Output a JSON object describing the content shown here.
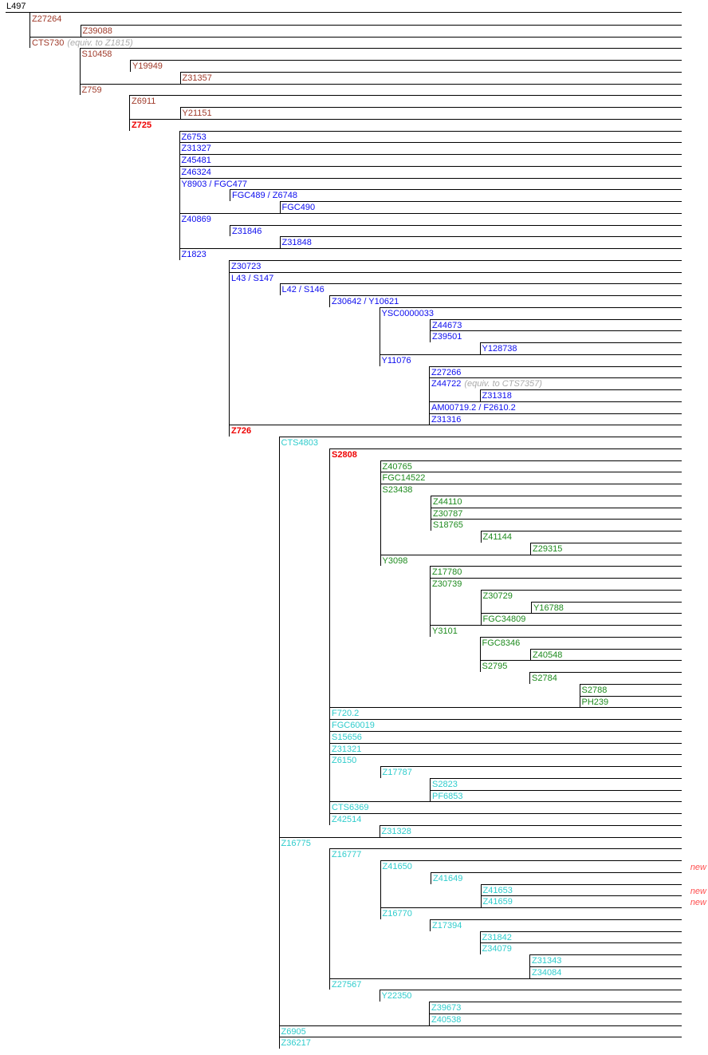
{
  "badges": {
    "new": "new"
  },
  "colors": {
    "black": "#000000",
    "brown": "#A03B2B",
    "red": "#EE0000",
    "blue": "#0D0DEE",
    "green": "#1E8B1E",
    "cyan": "#2FCCCC",
    "equiv": "#ABABAB",
    "new": "#FF5050",
    "line": "#000000"
  },
  "tree": {
    "label": "L497",
    "color": "black",
    "children": [
      {
        "label": "Z27264",
        "color": "brown",
        "children": [
          {
            "label": "Z39088",
            "color": "brown"
          }
        ]
      },
      {
        "label": "CTS730",
        "color": "brown",
        "equiv": "(equiv. to Z1815)",
        "children": [
          {
            "label": "S10458",
            "color": "brown",
            "children": [
              {
                "label": "Y19949",
                "color": "brown",
                "children": [
                  {
                    "label": "Z31357",
                    "color": "brown"
                  }
                ]
              }
            ]
          },
          {
            "label": "Z759",
            "color": "brown",
            "children": [
              {
                "label": "Z6911",
                "color": "brown",
                "children": [
                  {
                    "label": "Y21151",
                    "color": "brown"
                  }
                ]
              },
              {
                "label": "Z725",
                "color": "red",
                "bold": true,
                "children": [
                  {
                    "label": "Z6753",
                    "color": "blue"
                  },
                  {
                    "label": "Z31327",
                    "color": "blue"
                  },
                  {
                    "label": "Z45481",
                    "color": "blue"
                  },
                  {
                    "label": "Z46324",
                    "color": "blue"
                  },
                  {
                    "label": "Y8903 / FGC477",
                    "color": "blue",
                    "children": [
                      {
                        "label": "FGC489 / Z6748",
                        "color": "blue",
                        "children": [
                          {
                            "label": "FGC490",
                            "color": "blue"
                          }
                        ]
                      }
                    ]
                  },
                  {
                    "label": "Z40869",
                    "color": "blue",
                    "children": [
                      {
                        "label": "Z31846",
                        "color": "blue",
                        "children": [
                          {
                            "label": "Z31848",
                            "color": "blue"
                          }
                        ]
                      }
                    ]
                  },
                  {
                    "label": "Z1823",
                    "color": "blue",
                    "children": [
                      {
                        "label": "Z30723",
                        "color": "blue"
                      },
                      {
                        "label": "L43 / S147",
                        "color": "blue",
                        "children": [
                          {
                            "label": "L42 / S146",
                            "color": "blue",
                            "children": [
                              {
                                "label": "Z30642 / Y10621",
                                "color": "blue",
                                "children": [
                                  {
                                    "label": "YSC0000033",
                                    "color": "blue",
                                    "children": [
                                      {
                                        "label": "Z44673",
                                        "color": "blue"
                                      },
                                      {
                                        "label": "Z39501",
                                        "color": "blue",
                                        "children": [
                                          {
                                            "label": "Y128738",
                                            "color": "blue"
                                          }
                                        ]
                                      }
                                    ]
                                  },
                                  {
                                    "label": "Y11076",
                                    "color": "blue",
                                    "children": [
                                      {
                                        "label": "Z27266",
                                        "color": "blue"
                                      },
                                      {
                                        "label": "Z44722",
                                        "color": "blue",
                                        "equiv": "(equiv. to CTS7357)",
                                        "children": [
                                          {
                                            "label": "Z31318",
                                            "color": "blue"
                                          }
                                        ]
                                      },
                                      {
                                        "label": "AM00719.2 / F2610.2",
                                        "color": "blue"
                                      },
                                      {
                                        "label": "Z31316",
                                        "color": "blue"
                                      }
                                    ]
                                  }
                                ]
                              }
                            ]
                          }
                        ]
                      },
                      {
                        "label": "Z726",
                        "color": "red",
                        "bold": true,
                        "children": [
                          {
                            "label": "CTS4803",
                            "color": "cyan",
                            "children": [
                              {
                                "label": "S2808",
                                "color": "red",
                                "bold": true,
                                "children": [
                                  {
                                    "label": "Z40765",
                                    "color": "green"
                                  },
                                  {
                                    "label": "FGC14522",
                                    "color": "green"
                                  },
                                  {
                                    "label": "S23438",
                                    "color": "green",
                                    "children": [
                                      {
                                        "label": "Z44110",
                                        "color": "green"
                                      },
                                      {
                                        "label": "Z30787",
                                        "color": "green"
                                      },
                                      {
                                        "label": "S18765",
                                        "color": "green",
                                        "children": [
                                          {
                                            "label": "Z41144",
                                            "color": "green",
                                            "children": [
                                              {
                                                "label": "Z29315",
                                                "color": "green"
                                              }
                                            ]
                                          }
                                        ]
                                      }
                                    ]
                                  },
                                  {
                                    "label": "Y3098",
                                    "color": "green",
                                    "children": [
                                      {
                                        "label": "Z17780",
                                        "color": "green"
                                      },
                                      {
                                        "label": "Z30739",
                                        "color": "green",
                                        "children": [
                                          {
                                            "label": "Z30729",
                                            "color": "green",
                                            "children": [
                                              {
                                                "label": "Y16788",
                                                "color": "green"
                                              }
                                            ]
                                          },
                                          {
                                            "label": "FGC34809",
                                            "color": "green"
                                          }
                                        ]
                                      },
                                      {
                                        "label": "Y3101",
                                        "color": "green",
                                        "children": [
                                          {
                                            "label": "FGC8346",
                                            "color": "green",
                                            "children": [
                                              {
                                                "label": "Z40548",
                                                "color": "green"
                                              }
                                            ]
                                          },
                                          {
                                            "label": "S2795",
                                            "color": "green",
                                            "children": [
                                              {
                                                "label": "S2784",
                                                "color": "green",
                                                "children": [
                                                  {
                                                    "label": "S2788",
                                                    "color": "green"
                                                  },
                                                  {
                                                    "label": "PH239",
                                                    "color": "green"
                                                  }
                                                ]
                                              }
                                            ]
                                          }
                                        ]
                                      }
                                    ]
                                  }
                                ]
                              },
                              {
                                "label": "F720.2",
                                "color": "cyan"
                              },
                              {
                                "label": "FGC60019",
                                "color": "cyan"
                              },
                              {
                                "label": "S15656",
                                "color": "cyan"
                              },
                              {
                                "label": "Z31321",
                                "color": "cyan"
                              },
                              {
                                "label": "Z6150",
                                "color": "cyan",
                                "children": [
                                  {
                                    "label": "Z17787",
                                    "color": "cyan",
                                    "children": [
                                      {
                                        "label": "S2823",
                                        "color": "cyan"
                                      },
                                      {
                                        "label": "PF6853",
                                        "color": "cyan"
                                      }
                                    ]
                                  }
                                ]
                              },
                              {
                                "label": "CTS6369",
                                "color": "cyan"
                              },
                              {
                                "label": "Z42514",
                                "color": "cyan",
                                "children": [
                                  {
                                    "label": "Z31328",
                                    "color": "cyan"
                                  }
                                ]
                              }
                            ]
                          },
                          {
                            "label": "Z16775",
                            "color": "cyan",
                            "children": [
                              {
                                "label": "Z16777",
                                "color": "cyan",
                                "children": [
                                  {
                                    "label": "Z41650",
                                    "color": "cyan",
                                    "new": true,
                                    "children": [
                                      {
                                        "label": "Z41649",
                                        "color": "cyan",
                                        "children": [
                                          {
                                            "label": "Z41653",
                                            "color": "cyan",
                                            "new": true
                                          },
                                          {
                                            "label": "Z41659",
                                            "color": "cyan",
                                            "new": true
                                          }
                                        ]
                                      }
                                    ]
                                  },
                                  {
                                    "label": "Z16770",
                                    "color": "cyan",
                                    "children": [
                                      {
                                        "label": "Z17394",
                                        "color": "cyan",
                                        "children": [
                                          {
                                            "label": "Z31842",
                                            "color": "cyan"
                                          },
                                          {
                                            "label": "Z34079",
                                            "color": "cyan",
                                            "children": [
                                              {
                                                "label": "Z31343",
                                                "color": "cyan"
                                              },
                                              {
                                                "label": "Z34084",
                                                "color": "cyan"
                                              }
                                            ]
                                          }
                                        ]
                                      }
                                    ]
                                  }
                                ]
                              },
                              {
                                "label": "Z27567",
                                "color": "cyan",
                                "children": [
                                  {
                                    "label": "Y22350",
                                    "color": "cyan",
                                    "children": [
                                      {
                                        "label": "Z39673",
                                        "color": "cyan"
                                      },
                                      {
                                        "label": "Z40538",
                                        "color": "cyan"
                                      }
                                    ]
                                  }
                                ]
                              }
                            ]
                          },
                          {
                            "label": "Z6905",
                            "color": "cyan"
                          },
                          {
                            "label": "Z36217",
                            "color": "cyan"
                          }
                        ]
                      }
                    ]
                  }
                ]
              }
            ]
          }
        ]
      }
    ]
  }
}
